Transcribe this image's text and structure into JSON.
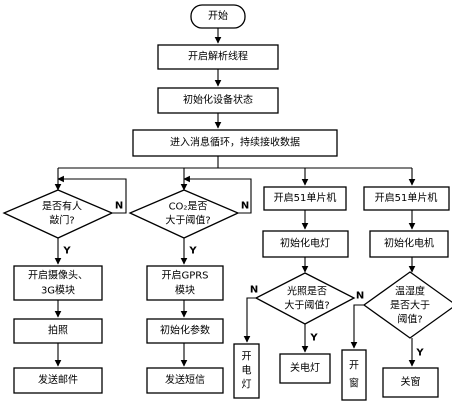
{
  "nodes": {
    "start": "开始",
    "parse_thread": "开启解析线程",
    "init_device": "初始化设备状态",
    "message_loop": "进入消息循环，持续接收数据",
    "someone_break_in": [
      "是否有人",
      "敲门?"
    ],
    "co_threshold": [
      "CO₂是否",
      "大于阈值?"
    ],
    "start_mcu_left": "开启51单片机",
    "start_mcu_right": "开启51单片机",
    "camera_3g": [
      "开启摄像头、",
      "3G模块"
    ],
    "gprs": [
      "开启GPRS",
      "模块"
    ],
    "init_light": "初始化电灯",
    "init_fan": "初始化电机",
    "photo": "拍照",
    "init_params": "初始化参数",
    "light_threshold": [
      "光照是否",
      "大于阈值?"
    ],
    "humidity_threshold": [
      "温湿度",
      "是否大于",
      "阈值?"
    ],
    "send_mail": "发送邮件",
    "send_sms": "发送短信",
    "light_on": [
      "开",
      "电",
      "灯"
    ],
    "light_off": "关电灯",
    "window_open": [
      "开",
      "窗"
    ],
    "window_close": "关窗"
  },
  "labels": {
    "yes": "Y",
    "no": "N"
  }
}
